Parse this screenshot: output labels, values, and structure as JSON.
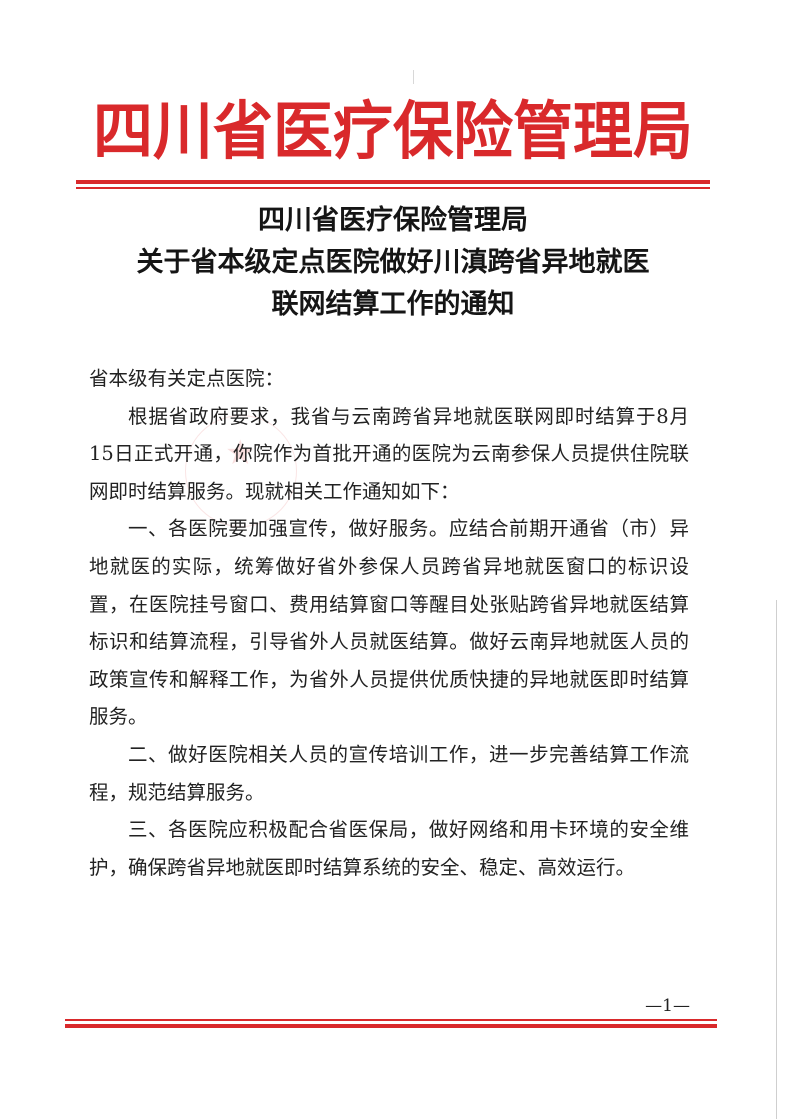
{
  "header": {
    "org_name": "四川省医疗保险管理局"
  },
  "title": {
    "line1": "四川省医疗保险管理局",
    "line2": "关于省本级定点医院做好川滇跨省异地就医",
    "line3": "联网结算工作的通知"
  },
  "body": {
    "salutation": "省本级有关定点医院：",
    "paragraphs": [
      "根据省政府要求，我省与云南跨省异地就医联网即时结算于8月15日正式开通，你院作为首批开通的医院为云南参保人员提供住院联网即时结算服务。现就相关工作通知如下：",
      "一、各医院要加强宣传，做好服务。应结合前期开通省（市）异地就医的实际，统筹做好省外参保人员跨省异地就医窗口的标识设置，在医院挂号窗口、费用结算窗口等醒目处张贴跨省异地就医结算标识和结算流程，引导省外人员就医结算。做好云南异地就医人员的政策宣传和解释工作，为省外人员提供优质快捷的异地就医即时结算服务。",
      "二、做好医院相关人员的宣传培训工作，进一步完善结算工作流程，规范结算服务。",
      "三、各医院应积极配合省医保局，做好网络和用卡环境的安全维护，确保跨省异地就医即时结算系统的安全、稳定、高效运行。"
    ]
  },
  "footer": {
    "page_number": "—1—"
  },
  "colors": {
    "header_red": "#d9292b",
    "text": "#222222"
  }
}
